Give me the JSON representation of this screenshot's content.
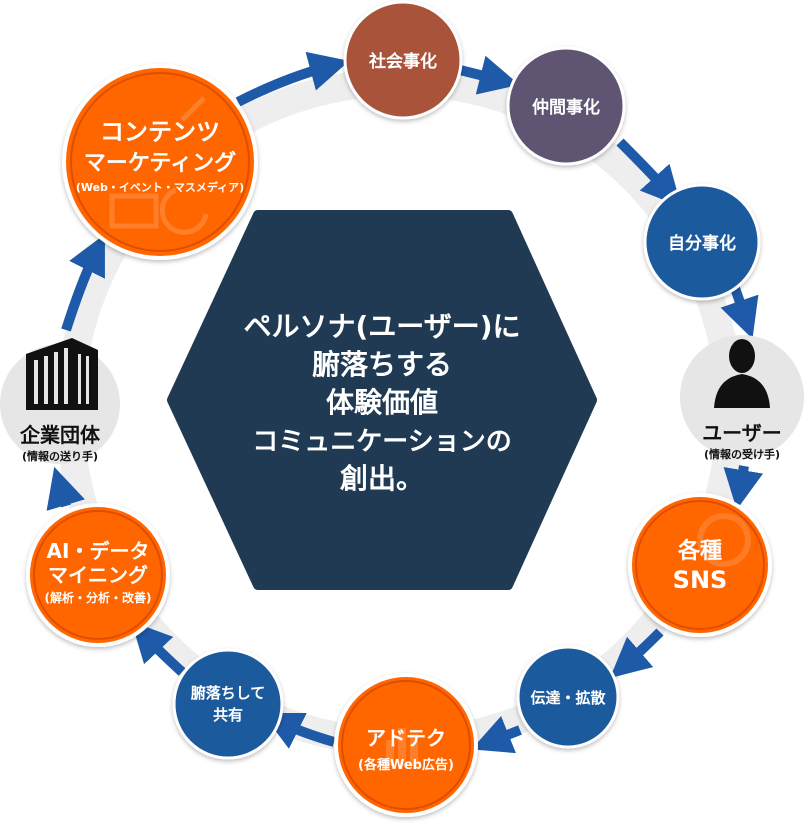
{
  "colors": {
    "orange": "#ff6600",
    "blue": "#1f5a9e",
    "hex_fill": "#1f3a52",
    "social_brown": "#a9533a",
    "peer_purple": "#5e5473",
    "arrow_blue": "#1f5aa8",
    "ring_gray": "#e6e6e6"
  },
  "center": {
    "lines": [
      "ペルソナ(ユーザー)に",
      "腑落ちする",
      "体験価値",
      "コミュニケーションの",
      "創出。"
    ]
  },
  "nodes": {
    "social": {
      "label": "社会事化"
    },
    "peer": {
      "label": "仲間事化"
    },
    "self": {
      "label": "自分事化"
    },
    "user": {
      "label": "ユーザー",
      "sub": "(情報の受け手)",
      "icon": "person-silhouette"
    },
    "sns": {
      "line1": "各種",
      "line2": "SNS"
    },
    "spread": {
      "label": "伝達・拡散"
    },
    "adtech": {
      "line1": "アドテク",
      "line2": "(各種Web広告)"
    },
    "share": {
      "line1": "腑落ちして",
      "line2": "共有"
    },
    "ai": {
      "line1": "AI・データ",
      "line2": "マイニング",
      "line3": "(解析・分析・改善)"
    },
    "corp": {
      "label": "企業団体",
      "sub": "(情報の送り手)",
      "icon": "building"
    },
    "content": {
      "line1": "コンテンツ",
      "line2": "マーケティング",
      "line3": "(Web・イベント・マスメディア)"
    }
  }
}
